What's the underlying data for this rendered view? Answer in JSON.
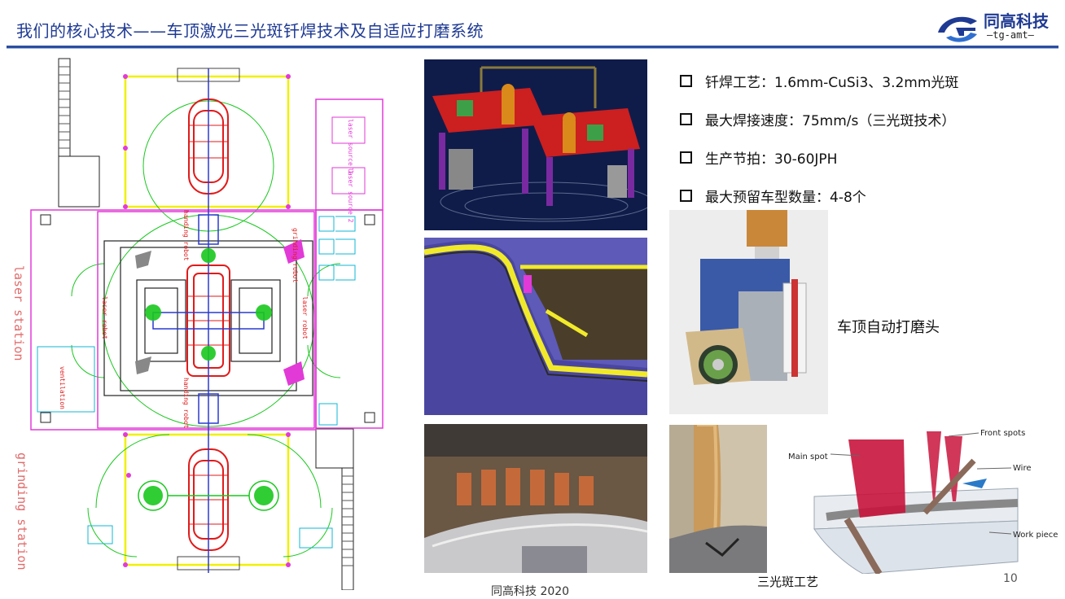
{
  "header": {
    "title": "我们的核心技术——车顶激光三光斑钎焊技术及自适应打磨系统",
    "logo_name": "同高科技",
    "logo_sub": "—tg-amt—",
    "logo_icon": "tg-logo-icon"
  },
  "layout_drawing": {
    "laser_station": "laser station",
    "grinding_station": "grinding station",
    "laser_source_1": "laser source 1",
    "laser_source_2": "laser source 2",
    "ventilation": "ventilation",
    "handing_robot_top": "handing robot",
    "handing_robot_bottom": "handing robot",
    "laser_robot_left": "laser robot",
    "laser_robot_right": "laser robot",
    "grinding_robot": "grinding robot"
  },
  "bullets": [
    "钎焊工艺：1.6mm-CuSi3、3.2mm光斑",
    "最大焊接速度：75mm/s（三光斑技术）",
    "生产节拍：30-60JPH",
    "最大预留车型数量：4-8个"
  ],
  "captions": {
    "grinding_head": "车顶自动打磨头",
    "triple_spot": "三光斑工艺",
    "footer": "同高科技 2020"
  },
  "diagram": {
    "front_spots": "Front spots",
    "main_spot": "Main spot",
    "wire": "Wire",
    "work_piece": "Work piece"
  },
  "page_number": "10",
  "colors": {
    "title_blue": "#1f3a93",
    "magenta": "#e23ad7",
    "red": "#e11a1a",
    "green": "#19c81e",
    "yellow": "#f0f000",
    "spot_red": "#c8143c"
  }
}
